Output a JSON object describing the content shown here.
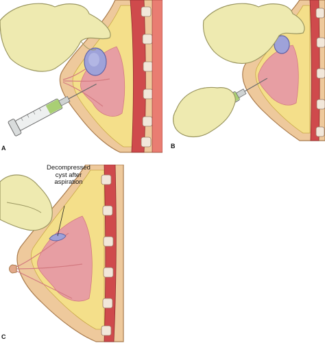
{
  "panels": [
    {
      "label": "A"
    },
    {
      "label": "B"
    },
    {
      "label": "C",
      "annotation_lines": [
        "Decompressed",
        "cyst after",
        "aspiration"
      ]
    }
  ],
  "colors": {
    "skin": "#eec99c",
    "skin_outline": "#a87a4c",
    "fat": "#f4df8a",
    "fat_outline": "#c9a848",
    "gland": "#e79ea3",
    "gland_dark": "#d37a80",
    "muscle": "#cf4a4c",
    "muscle_light": "#e97d72",
    "rib": "#f2e7da",
    "cyst": "#9ea2d9",
    "cyst_dark": "#5f63a6",
    "glove": "#eeeab0",
    "glove_outline": "#9a9660",
    "syringe_fluid": "#a9cf74",
    "syringe_barrel": "#eef0f0"
  }
}
